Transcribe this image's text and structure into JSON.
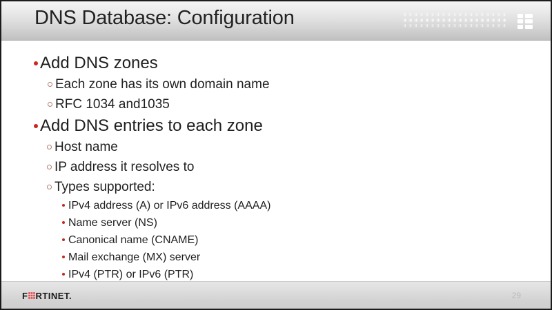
{
  "slide": {
    "title": "DNS Database: Configuration",
    "page_number": "29",
    "accent_color": "#c8281e",
    "header_bg": "#d8d8d8",
    "footer_bg": "#d4d4d4",
    "text_color": "#1f1f1f"
  },
  "header": {
    "title": "DNS Database: Configuration",
    "decoration": "dot-grid-pattern"
  },
  "bullets": [
    {
      "level": 1,
      "text": "Add DNS zones",
      "marker": "filled-dot"
    },
    {
      "level": 2,
      "text": "Each zone has its own domain name",
      "marker": "hollow-circle"
    },
    {
      "level": 2,
      "text": "RFC 1034 and1035",
      "marker": "hollow-circle"
    },
    {
      "level": 1,
      "text": "Add DNS entries to each zone",
      "marker": "filled-dot"
    },
    {
      "level": 2,
      "text": "Host name",
      "marker": "hollow-circle"
    },
    {
      "level": 2,
      "text": "IP address it resolves to",
      "marker": "hollow-circle"
    },
    {
      "level": 2,
      "text": "Types supported:",
      "marker": "hollow-circle"
    },
    {
      "level": 3,
      "text": "IPv4 address (A) or IPv6 address (AAAA)",
      "marker": "small-dot"
    },
    {
      "level": 3,
      "text": "Name server (NS)",
      "marker": "small-dot"
    },
    {
      "level": 3,
      "text": "Canonical name (CNAME)",
      "marker": "small-dot"
    },
    {
      "level": 3,
      "text": "Mail exchange (MX) server",
      "marker": "small-dot"
    },
    {
      "level": 3,
      "text": "IPv4 (PTR) or IPv6 (PTR)",
      "marker": "small-dot"
    }
  ],
  "footer": {
    "logo_before": "F",
    "logo_after": "RTINET.",
    "logo_mark": "fortinet-grid-icon",
    "logo_mark_color": "#e8474a",
    "page_number": "29"
  }
}
